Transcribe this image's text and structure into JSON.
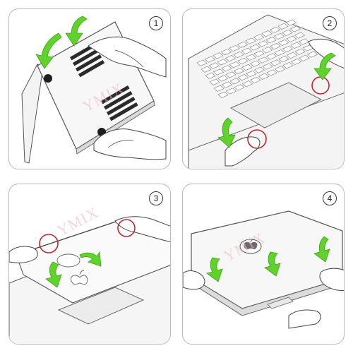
{
  "steps": [
    {
      "number": "1"
    },
    {
      "number": "2"
    },
    {
      "number": "3"
    },
    {
      "number": "4"
    }
  ],
  "watermark": "YMIX",
  "colors": {
    "arrow_green": "#5fd32a",
    "highlight_ring": "#c0262f",
    "panel_border": "#b9b9b9",
    "line_art": "#3a3a3a"
  },
  "icons": [
    "curved-arrow-icon",
    "highlight-circle-icon",
    "apple-logo-icon"
  ]
}
